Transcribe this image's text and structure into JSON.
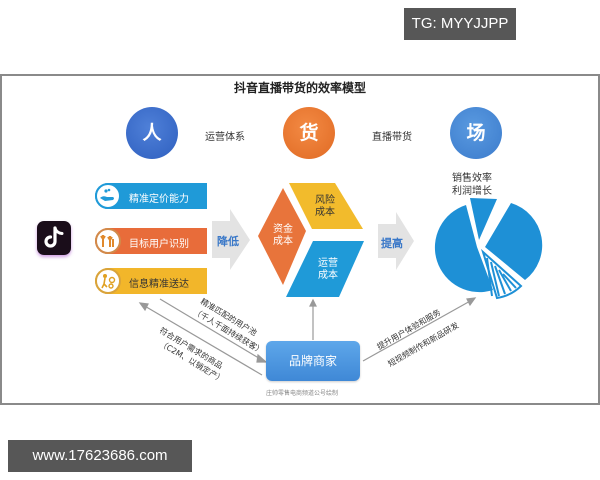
{
  "watermarks": {
    "top": "TG: MYYJJPP",
    "bottom": "www.17623686.com"
  },
  "diagram": {
    "title": "抖音直播带货的效率模型",
    "pillars": [
      {
        "char": "人",
        "color": "#2e5fbf"
      },
      {
        "char": "货",
        "color": "#e06a23"
      },
      {
        "char": "场",
        "color": "#3b7bcc"
      }
    ],
    "pillar_links": {
      "ren_to_huo": "运营体系",
      "huo_to_chang": "直播带货"
    },
    "chang_result": {
      "line1": "销售效率",
      "line2": "利润增长"
    },
    "platform_icon": "tiktok-logo",
    "capabilities": [
      {
        "label": "精准定价能力",
        "icon": "hand-coins-icon",
        "color": "#1f9ad8"
      },
      {
        "label": "目标用户识别",
        "icon": "people-icon",
        "color": "#e86c3a"
      },
      {
        "label": "信息精准送达",
        "icon": "person-gears-icon",
        "color": "#f2b62a"
      }
    ],
    "arrow_reduce": "降低",
    "arrow_increase": "提高",
    "costs": [
      {
        "line1": "资金",
        "line2": "成本",
        "color": "#e8743b"
      },
      {
        "line1": "风险",
        "line2": "成本",
        "color": "#f2bb2c"
      },
      {
        "line1": "运营",
        "line2": "成本",
        "color": "#1f9ad8"
      }
    ],
    "brand": "品牌商家",
    "credit": "庄帅零售电商频道公号绘制",
    "flows": {
      "to_people_line1": "精准匹配的用户池",
      "to_people_line2": "（千人千面持续获客）",
      "to_goods_line1": "符合用户需求的商品",
      "to_goods_line2": "（C2M、以销定产）",
      "to_venue_line1": "提升用户体验和服务",
      "to_venue_line2": "短视频制作和新品研发"
    },
    "pie_color": "#1e90d6"
  }
}
